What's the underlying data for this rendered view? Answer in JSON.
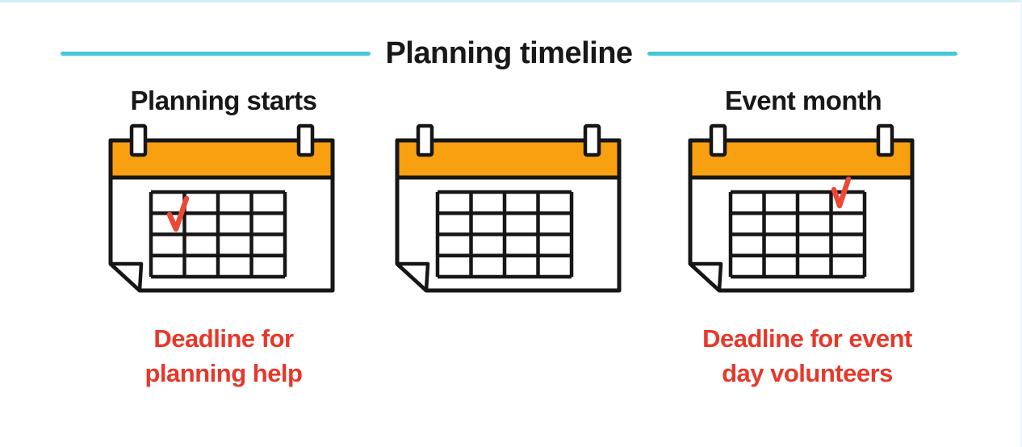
{
  "page": {
    "background_color": "#ffffff",
    "top_edge_color": "#d2eff7"
  },
  "header": {
    "title": "Planning timeline",
    "rule_color": "#45c8d6",
    "text_color": "#181818"
  },
  "timeline": {
    "items": [
      {
        "label": "Planning starts",
        "caption_line1": "Deadline for",
        "caption_line2": "planning help",
        "checkmark": true,
        "checkmark_position": "top-left-cell"
      },
      {
        "label": "",
        "caption_line1": "",
        "caption_line2": "",
        "checkmark": false,
        "checkmark_position": ""
      },
      {
        "label": "Event month",
        "caption_line1": "Deadline for event",
        "caption_line2": "day volunteers",
        "checkmark": true,
        "checkmark_position": "top-right-cell"
      }
    ],
    "caption_color": "#e6382a",
    "calendar_icon": {
      "header_color": "#f8a00f",
      "outline_color": "#161616",
      "body_color": "#ffffff",
      "grid_rows": 4,
      "grid_cols": 4,
      "checkmark_color": "#eb4936"
    }
  }
}
